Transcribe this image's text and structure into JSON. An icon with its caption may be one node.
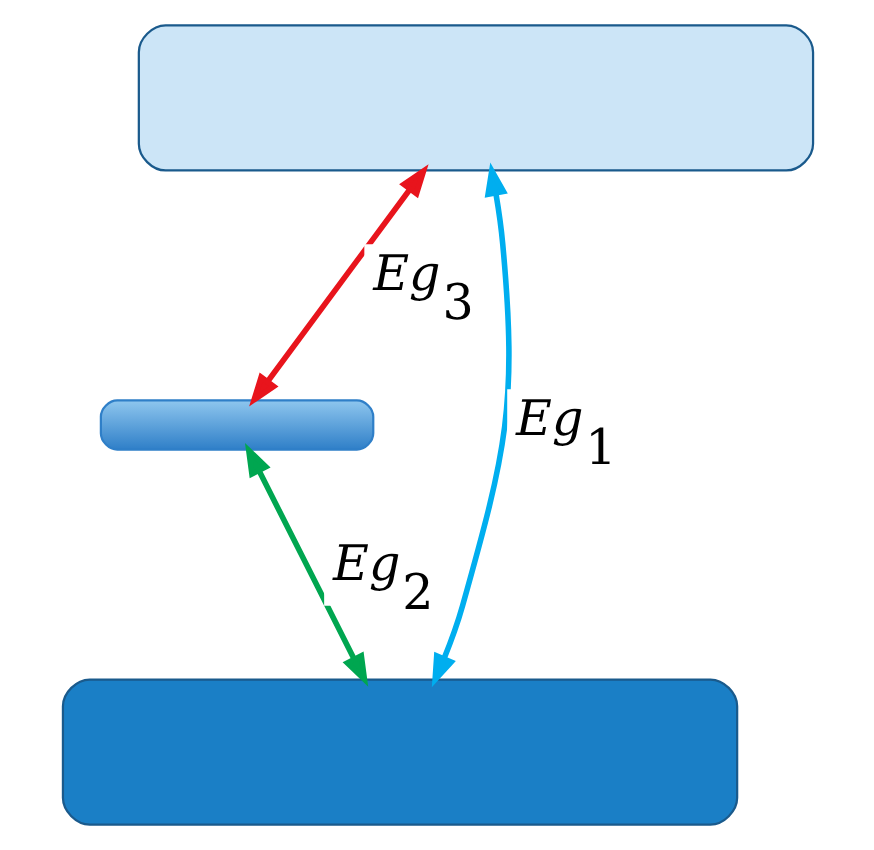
{
  "diagram": {
    "nodes": [
      {
        "text": [],
        "shape": "box"
      },
      {
        "text": [],
        "shape": "bar"
      },
      {
        "text": [],
        "shape": "box"
      }
    ],
    "edges": [
      {
        "from": 0,
        "to": 1,
        "arrow": "both",
        "label": "Eg$_{3}$",
        "color": "#e8141c"
      },
      {
        "from": 1,
        "to": 2,
        "arrow": "both",
        "label": "Eg$_{2}$",
        "color": "#00a650"
      },
      {
        "from": 0,
        "to": 2,
        "arrow": "both",
        "label": "Eg$_{1}$",
        "color": "#00aeef"
      }
    ]
  }
}
